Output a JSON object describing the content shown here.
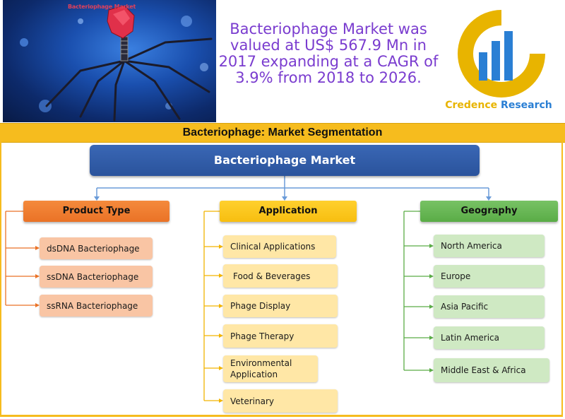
{
  "hero": {
    "title": "Bacteriophage Market"
  },
  "headline": "Bacteriophage Market was valued at US$ 567.9 Mn in 2017 expanding at a CAGR of 3.9% from 2018 to 2026.",
  "logo": {
    "word1": "Credence",
    "word2": "Research"
  },
  "segmentation": {
    "banner": "Bacteriophage: Market Segmentation",
    "root": "Bacteriophage Market",
    "categories": [
      {
        "label": "Product Type",
        "items": [
          "dsDNA Bacteriophage",
          "ssDNA Bacteriophage",
          "ssRNA Bacteriophage"
        ]
      },
      {
        "label": "Application",
        "items": [
          "Clinical Applications",
          "Food & Beverages",
          "Phage Display",
          "Phage Therapy",
          "Environmental Application",
          "Veterinary"
        ]
      },
      {
        "label": "Geography",
        "items": [
          "North America",
          "Europe",
          "Asia Pacific",
          "Latin America",
          "Middle East & Africa"
        ]
      }
    ]
  },
  "colors": {
    "banner": "#f6bc1e",
    "root": "#2f5ca8",
    "product": "#ee7b2f",
    "application": "#f9c31a",
    "geography": "#66b553",
    "headline": "#7a3ccf",
    "logo_gold": "#e8b400",
    "logo_blue": "#2a7fd4"
  }
}
